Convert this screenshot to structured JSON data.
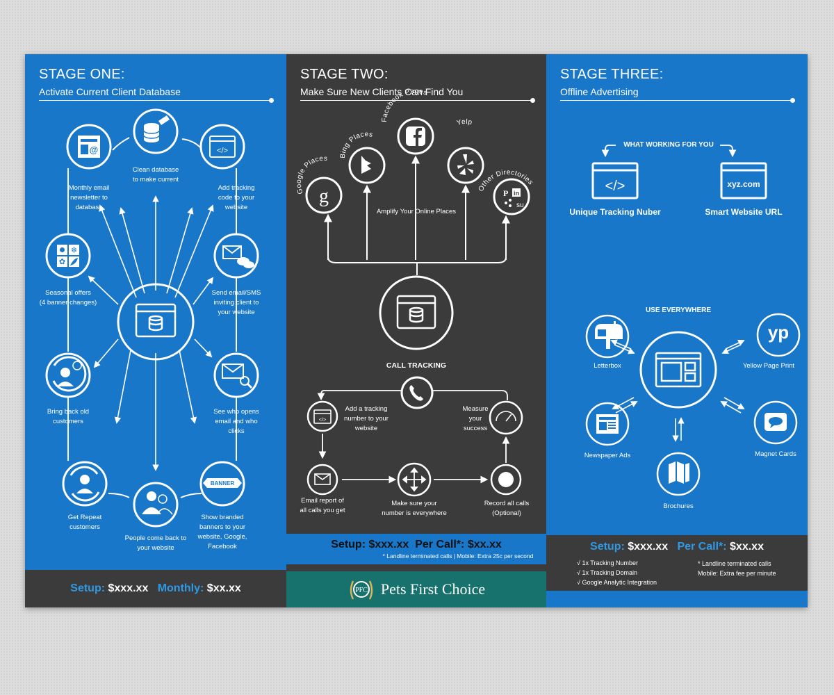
{
  "stage_one": {
    "title": "STAGE ONE:",
    "subtitle": "Activate Current Client Database",
    "items": {
      "monthly_email": [
        "Monthly email",
        "newsletter to",
        "database"
      ],
      "clean_db": [
        "Clean database",
        "to make current"
      ],
      "tracking_code": [
        "Add tracking",
        "code to your",
        "website"
      ],
      "seasonal": [
        "Seasonal offers",
        "(4 banner changes)"
      ],
      "send_email": [
        "Send email/SMS",
        "inviting client to",
        "your website"
      ],
      "bring_back": [
        "Bring back old",
        "customers"
      ],
      "see_opens": [
        "See who opens",
        "email and who",
        "clicks"
      ],
      "repeat": [
        "Get Repeat",
        "customers"
      ],
      "come_back": [
        "People come back to",
        "your website"
      ],
      "banners": [
        "Show branded",
        "banners to your",
        "website, Google,",
        "Facebook"
      ]
    },
    "banner_word": "BANNER",
    "setup_label": "Setup:",
    "setup_value": "$xxx.xx",
    "monthly_label": "Monthly:",
    "monthly_value": "$xx.xx"
  },
  "stage_two": {
    "title": "STAGE TWO:",
    "subtitle": "Make Sure New Clients Can Find You",
    "places": {
      "google": "Google Places",
      "bing": "Bing Places",
      "facebook": "Facebook Pages",
      "yelp": "Yelp",
      "other": "Other Directories"
    },
    "amplify": "Amplify Your Online Places",
    "call_tracking": "CALL TRACKING",
    "steps": {
      "add_number": [
        "Add a tracking",
        "number to your",
        "website"
      ],
      "measure": [
        "Measure",
        "your",
        "success"
      ],
      "email_report": [
        "Email report of",
        "all calls you get"
      ],
      "everywhere": [
        "Make sure your",
        "number is everywhere"
      ],
      "record": [
        "Record all calls",
        "(Optional)"
      ]
    },
    "setup_label": "Setup:",
    "setup_value": "$xxx.xx",
    "per_call_label": "Per Call*:",
    "per_call_value": "$xx.xx",
    "note": "* Landline terminated calls | Mobile: Extra 25c per second",
    "brand": "Pets First Choice"
  },
  "stage_three": {
    "title": "STAGE THREE:",
    "subtitle": "Offline Advertising",
    "working": "WHAT WORKING FOR YOU",
    "tracking_label": "Unique Tracking Nuber",
    "url_text": "xyz.com",
    "url_label": "Smart Website URL",
    "use_everywhere": "USE EVERYWHERE",
    "media": {
      "letterbox": "Letterbox",
      "yellow": "Yellow Page Print",
      "newspaper": "Newspaper Ads",
      "magnet": "Magnet Cards",
      "brochures": "Brochures"
    },
    "yp": "yp",
    "setup_label": "Setup:",
    "setup_value": "$xxx.xx",
    "per_call_label": "Per Call*:",
    "per_call_value": "$xx.xx",
    "checks": [
      "√   1x Tracking Number",
      "√   1x Tracking Domain",
      "√   Google Analytic Integration"
    ],
    "note": [
      "* Landline terminated calls",
      "Mobile: Extra fee per minute"
    ]
  },
  "colors": {
    "blue": "#1877c9",
    "dark": "#3c3b3c",
    "teal": "#17716d",
    "price_key": "#2e9ae6"
  }
}
